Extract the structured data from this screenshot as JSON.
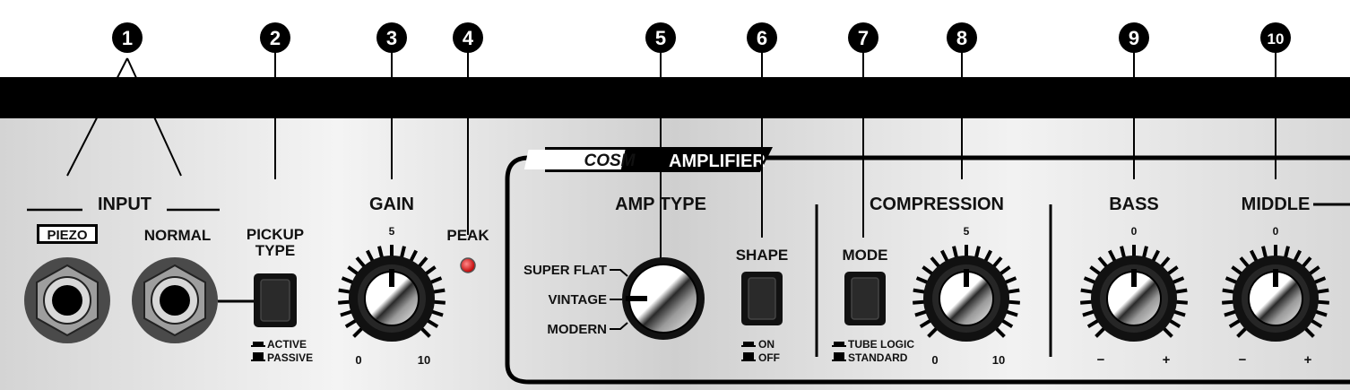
{
  "callouts": [
    "1",
    "2",
    "3",
    "4",
    "5",
    "6",
    "7",
    "8",
    "9",
    "10"
  ],
  "input": {
    "section_label": "INPUT",
    "piezo_label": "PIEZO",
    "normal_label": "NORMAL"
  },
  "pickup_type": {
    "label_line1": "PICKUP",
    "label_line2": "TYPE",
    "active_label": "ACTIVE",
    "passive_label": "PASSIVE"
  },
  "gain": {
    "label": "GAIN",
    "mid_mark": "5",
    "min_mark": "0",
    "max_mark": "10"
  },
  "peak": {
    "label": "PEAK",
    "led_color": "#d81818"
  },
  "cosm": {
    "brand_label": "COSM",
    "section_label": "AMPLIFIER"
  },
  "amp_type": {
    "label": "AMP TYPE",
    "options": [
      "SUPER FLAT",
      "VINTAGE",
      "MODERN"
    ]
  },
  "shape": {
    "label": "SHAPE",
    "on_label": "ON",
    "off_label": "OFF"
  },
  "compression": {
    "label": "COMPRESSION",
    "mid_mark": "5",
    "min_mark": "0",
    "max_mark": "10",
    "mode_label": "MODE",
    "tube_logic_label": "TUBE LOGIC",
    "standard_label": "STANDARD"
  },
  "bass": {
    "label": "BASS",
    "mid_mark": "0",
    "minus_mark": "−",
    "plus_mark": "+"
  },
  "middle": {
    "label": "MIDDLE",
    "mid_mark": "0",
    "minus_mark": "−",
    "plus_mark": "+"
  }
}
